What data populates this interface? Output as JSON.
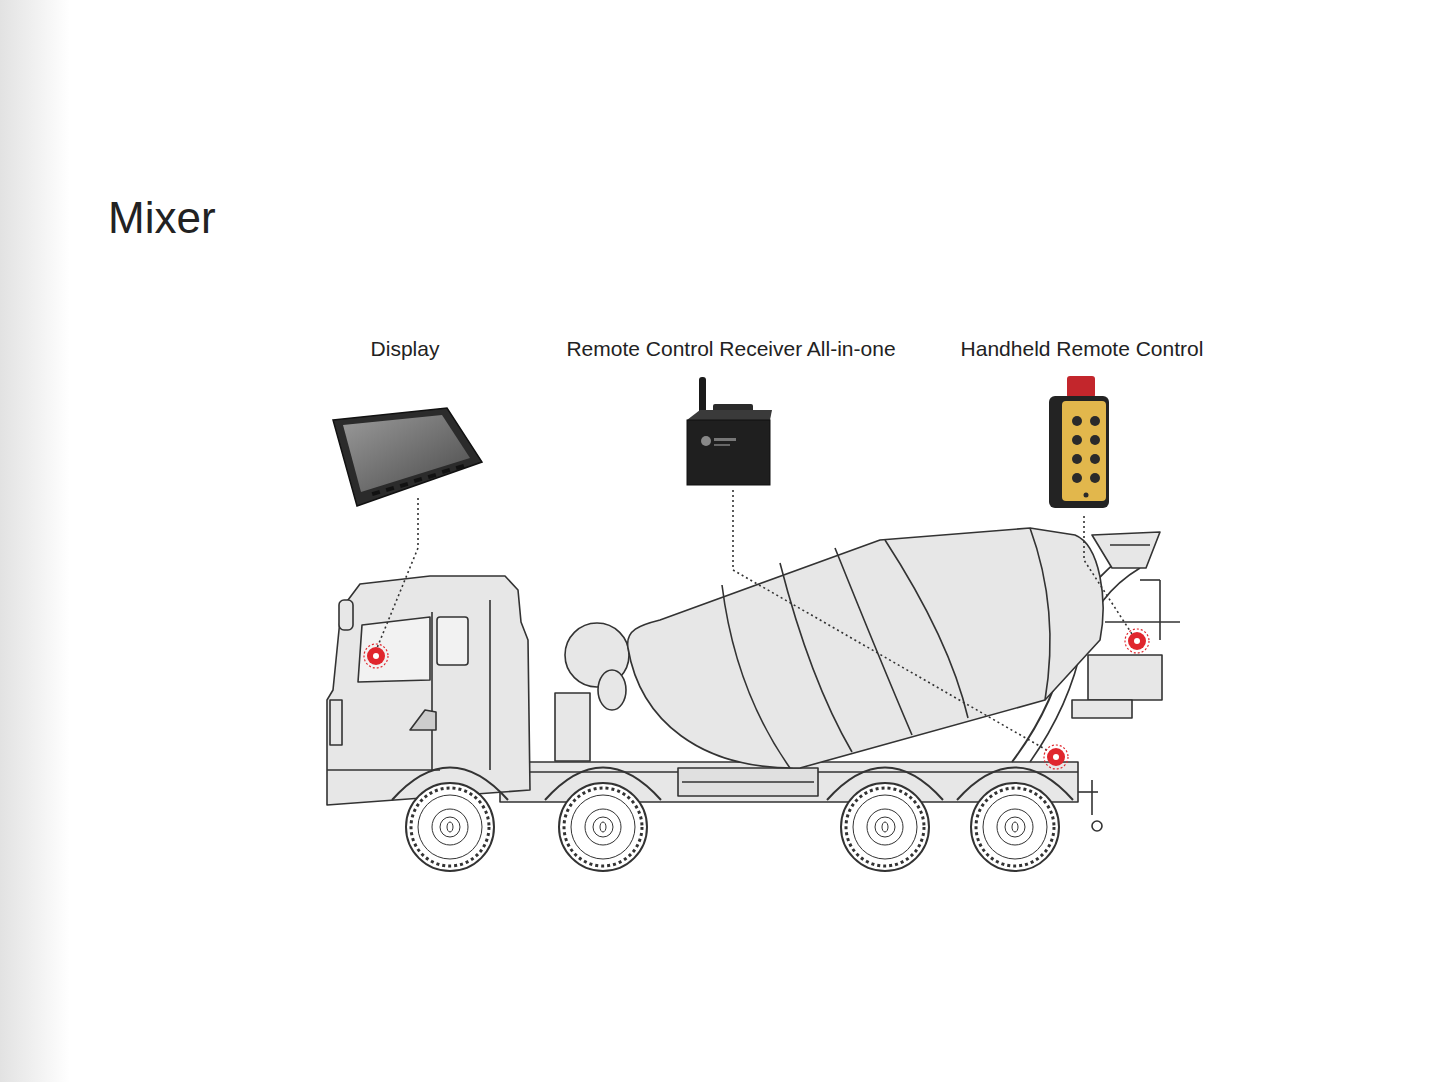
{
  "diagram": {
    "title": "Mixer",
    "labels": [
      "Display",
      "Remote Control Receiver All-in-one",
      "Handheld Remote Control"
    ]
  }
}
